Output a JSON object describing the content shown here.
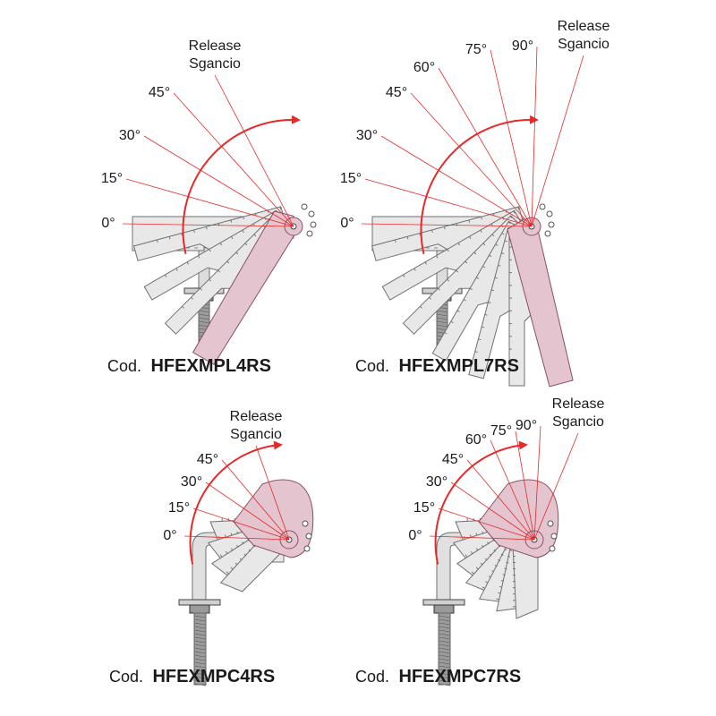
{
  "colors": {
    "plate_fill": "#e8e8e8",
    "plate_stroke": "#707070",
    "release_fill": "#e3c4cf",
    "release_stroke": "#8a5060",
    "guide_line": "#e52a2a",
    "arrow": "#e52a2a",
    "thread": "#9c9c9c",
    "text": "#1a1a1a"
  },
  "panels": [
    {
      "id": "mpl4rs",
      "type": "long-plate",
      "code_prefix": "Cod.",
      "code": "HFEXMPL4RS",
      "angles": [
        "0°",
        "15°",
        "30°",
        "45°"
      ],
      "release_label": [
        "Release",
        "Sgancio"
      ]
    },
    {
      "id": "mpl7rs",
      "type": "long-plate",
      "code_prefix": "Cod.",
      "code": "HFEXMPL7RS",
      "angles": [
        "0°",
        "15°",
        "30°",
        "45°",
        "60°",
        "75°",
        "90°"
      ],
      "release_label": [
        "Release",
        "Sgancio"
      ]
    },
    {
      "id": "mpc4rs",
      "type": "compact-plate",
      "code_prefix": "Cod.",
      "code": "HFEXMPC4RS",
      "angles": [
        "0°",
        "15°",
        "30°",
        "45°"
      ],
      "release_label": [
        "Release",
        "Sgancio"
      ]
    },
    {
      "id": "mpc7rs",
      "type": "compact-plate",
      "code_prefix": "Cod.",
      "code": "HFEXMPC7RS",
      "angles": [
        "0°",
        "15°",
        "30°",
        "45°",
        "60°",
        "75°",
        "90°"
      ],
      "release_label": [
        "Release",
        "Sgancio"
      ]
    }
  ]
}
